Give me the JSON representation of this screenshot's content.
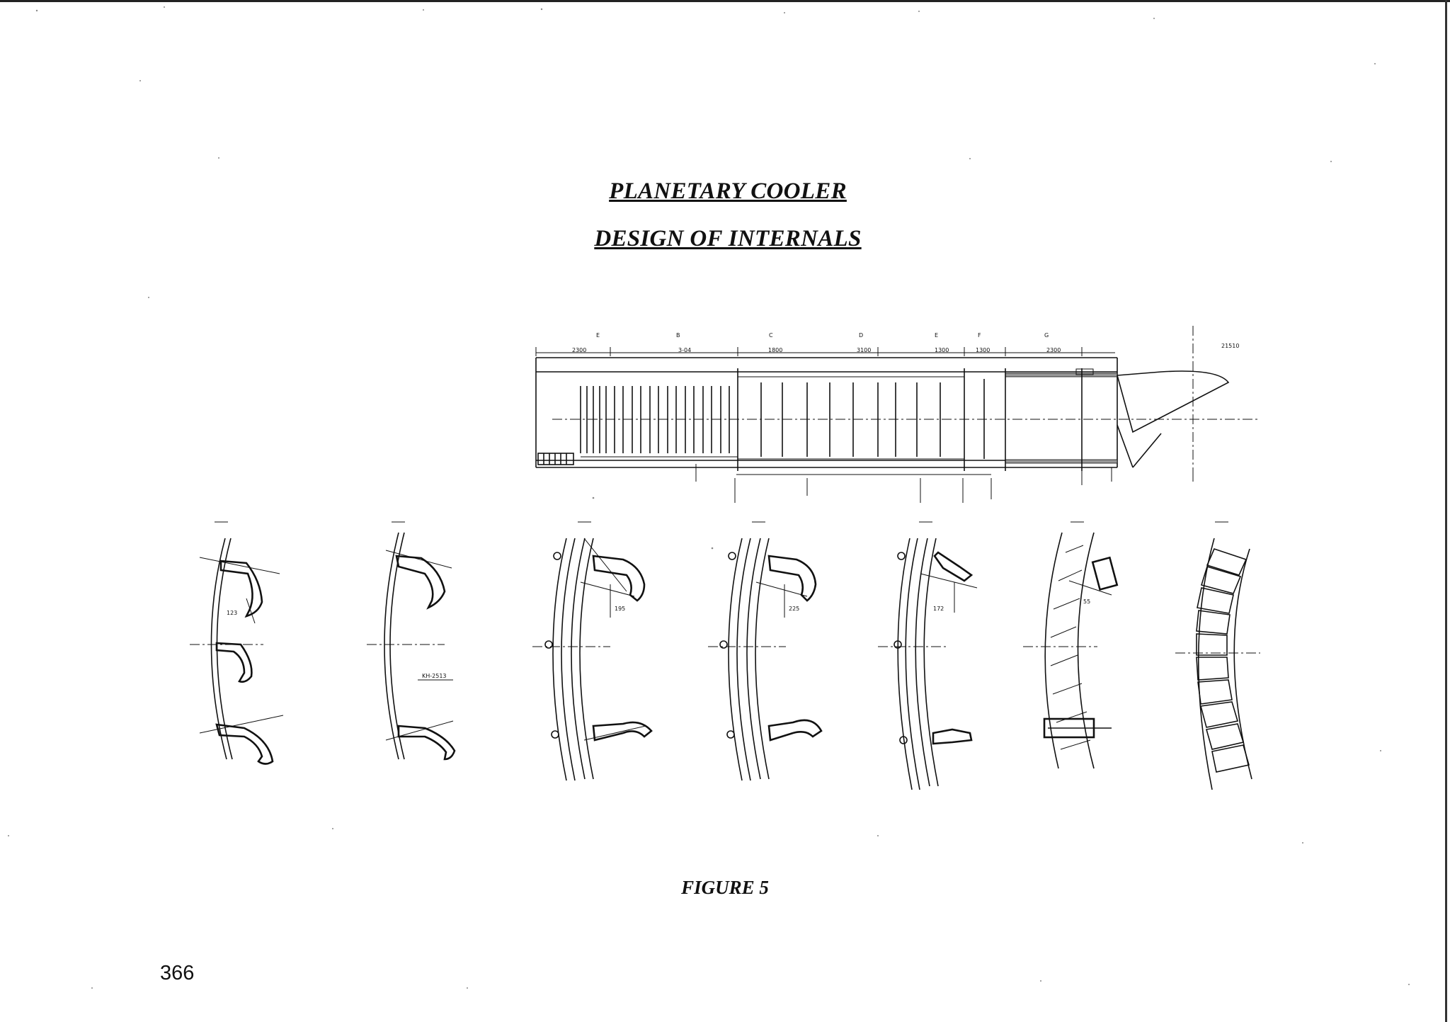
{
  "document": {
    "title_line_1": "PLANETARY COOLER",
    "title_line_2": "DESIGN OF INTERNALS",
    "figure_caption": "FIGURE 5",
    "page_number": "366"
  }
}
